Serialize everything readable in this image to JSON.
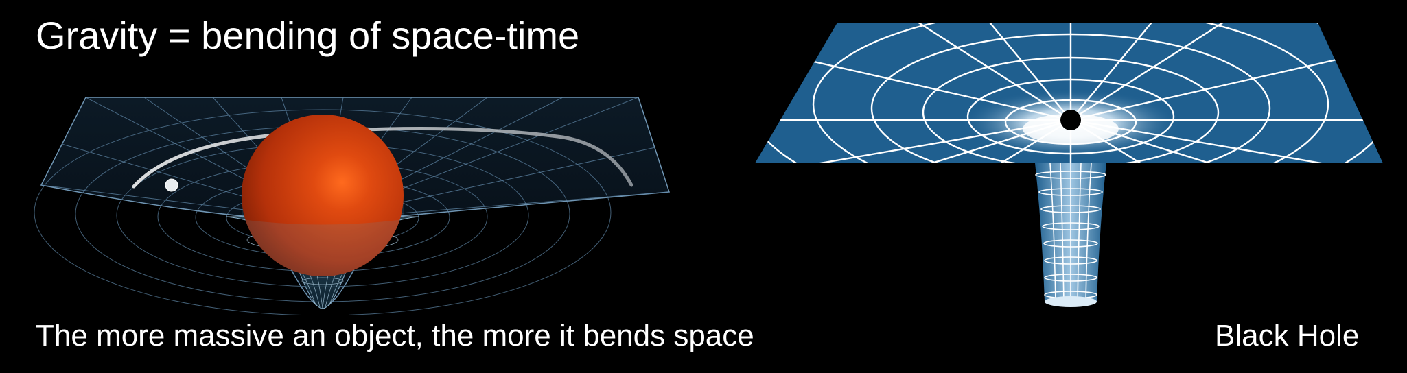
{
  "title": "Gravity = bending of space-time",
  "caption_left": "The more massive an object, the more it bends space",
  "caption_right": "Black Hole",
  "colors": {
    "background": "#000000",
    "text": "#ffffff",
    "mass_sphere": "#c8380a",
    "mass_highlight": "#ff5a1a",
    "grid_left": "#7fa6c8",
    "sheet_right": "#1f5f8f",
    "grid_right": "#ffffff"
  },
  "icons": [
    "massive-sphere",
    "orbiting-moon",
    "black-hole-singularity"
  ]
}
